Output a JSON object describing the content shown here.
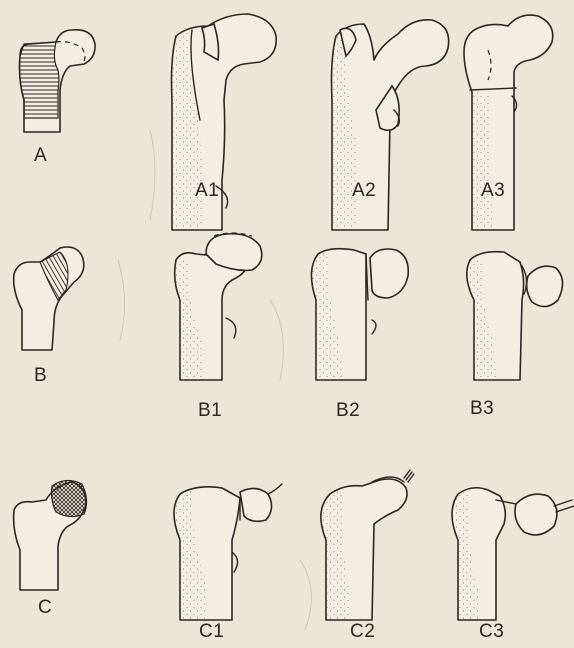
{
  "panels": [
    {
      "id": "A",
      "label": "A"
    },
    {
      "id": "A1",
      "label": "A1"
    },
    {
      "id": "A2",
      "label": "A2"
    },
    {
      "id": "A3",
      "label": "A3"
    },
    {
      "id": "B",
      "label": "B"
    },
    {
      "id": "B1",
      "label": "B1"
    },
    {
      "id": "B2",
      "label": "B2"
    },
    {
      "id": "B3",
      "label": "B3"
    },
    {
      "id": "C",
      "label": "C"
    },
    {
      "id": "C1",
      "label": "C1"
    },
    {
      "id": "C2",
      "label": "C2"
    },
    {
      "id": "C3",
      "label": "C3"
    }
  ],
  "colors": {
    "background": "#ece6d7",
    "ink": "#2b2621",
    "bone": "#f3eee2"
  }
}
